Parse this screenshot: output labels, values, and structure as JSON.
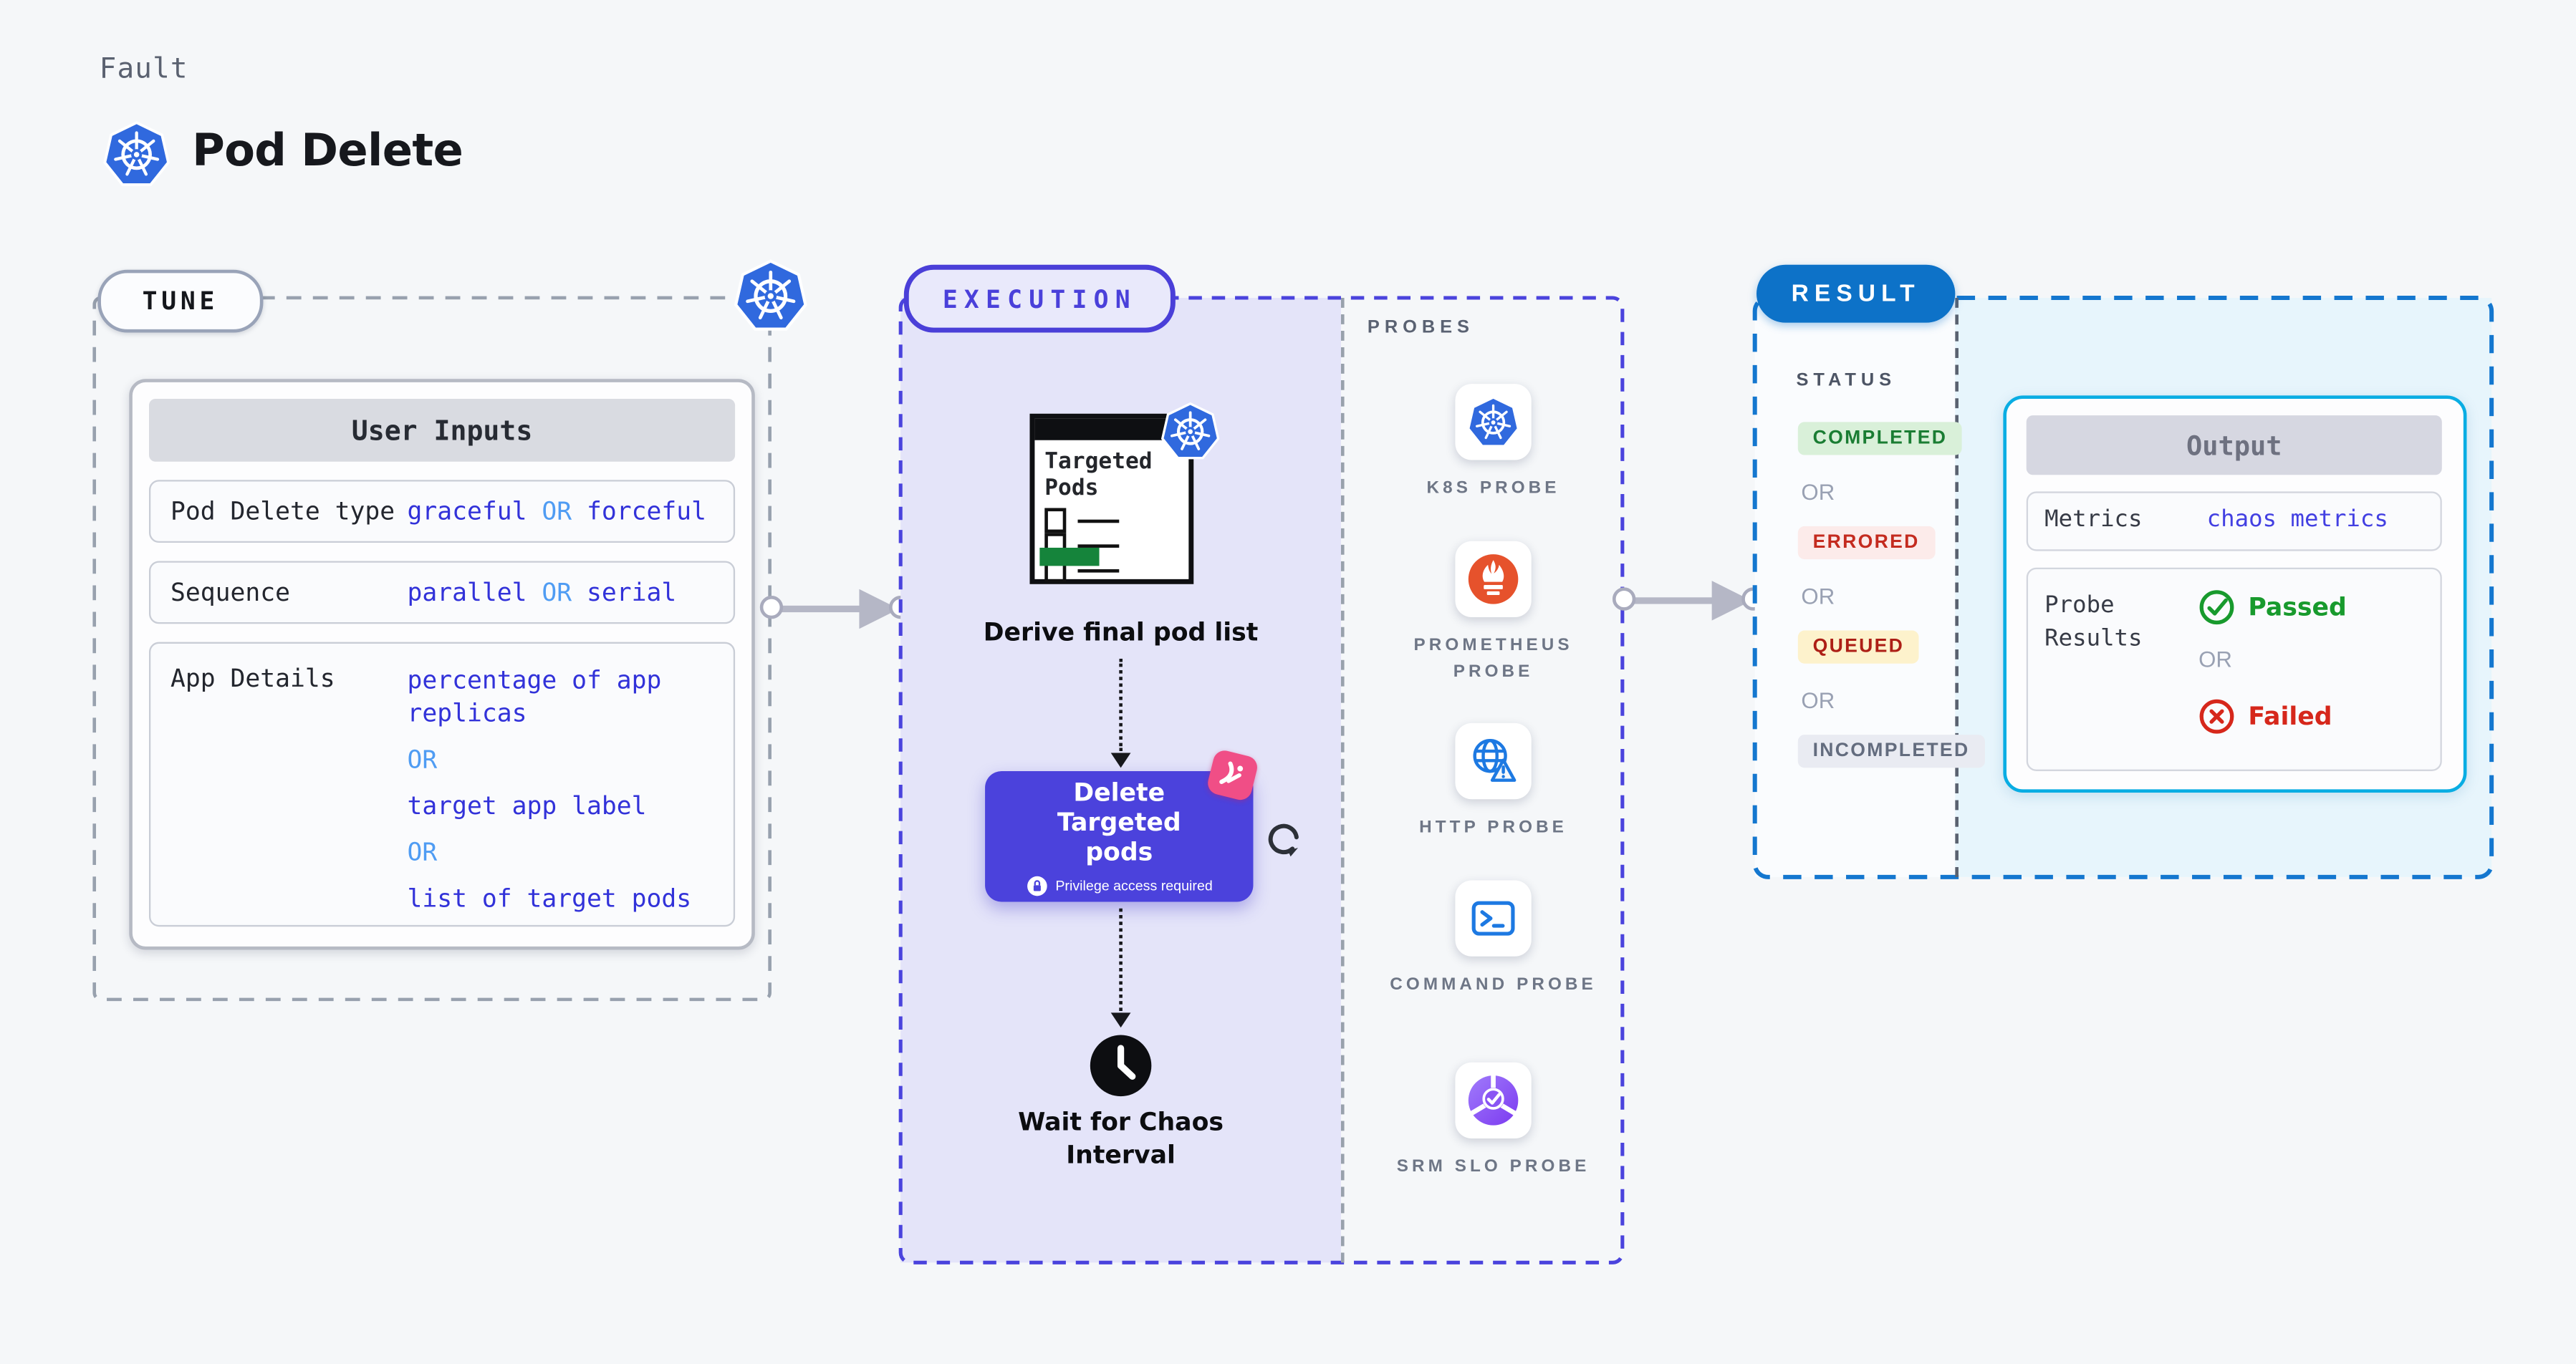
{
  "page": {
    "kicker": "Fault",
    "title": "Pod Delete"
  },
  "tune": {
    "tag": "TUNE",
    "table": {
      "header": "User Inputs",
      "rows": [
        {
          "label": "Pod Delete type",
          "value": [
            "graceful",
            "OR",
            "forceful"
          ]
        },
        {
          "label": "Sequence",
          "value": [
            "parallel",
            "OR",
            "serial"
          ]
        },
        {
          "label": "App Details",
          "value": [
            "percentage of app replicas",
            "OR",
            "target app label",
            "OR",
            "list of target pods"
          ]
        }
      ]
    }
  },
  "execution": {
    "tag": "EXECUTION",
    "derive_card": {
      "title": "Targeted Pods"
    },
    "derive_label": "Derive final pod list",
    "delete_step": {
      "title": "Delete Targeted pods",
      "note": "Privilege access required"
    },
    "wait_label": "Wait for Chaos Interval",
    "probes": {
      "heading": "PROBES",
      "items": [
        {
          "name": "K8S PROBE",
          "icon": "kubernetes-icon"
        },
        {
          "name": "PROMETHEUS PROBE",
          "icon": "prometheus-icon"
        },
        {
          "name": "HTTP PROBE",
          "icon": "http-globe-icon"
        },
        {
          "name": "COMMAND PROBE",
          "icon": "terminal-icon"
        },
        {
          "name": "SRM SLO PROBE",
          "icon": "slo-pie-icon"
        }
      ]
    }
  },
  "result": {
    "tag": "RESULT",
    "status": {
      "heading": "STATUS",
      "or": "OR",
      "badges": [
        {
          "label": "COMPLETED",
          "fg": "#1a7d33",
          "bg": "#d9f0d9"
        },
        {
          "label": "ERRORED",
          "fg": "#c42b1f",
          "bg": "#fcebea"
        },
        {
          "label": "QUEUED",
          "fg": "#ad1f16",
          "bg": "#fdf2cc"
        },
        {
          "label": "INCOMPLETED",
          "fg": "#636c7e",
          "bg": "#e9ebf2"
        }
      ]
    },
    "output": {
      "header": "Output",
      "metrics_label": "Metrics",
      "metrics_value": "chaos metrics",
      "probe_results_label": "Probe Results",
      "passed": "Passed",
      "or": "OR",
      "failed": "Failed"
    }
  },
  "colors": {
    "accent_indigo": "#4a43dd",
    "result_blue": "#0d72c8",
    "output_border_cyan": "#09ade3",
    "value_indigo": "#3232d9",
    "or_blue": "#4f9cf3",
    "passed_green": "#189a2d",
    "failed_red": "#d6271b",
    "lavender_panel": "#e4e4f9",
    "delete_button": "#4b42dc",
    "pink_badge": "#f04e86"
  }
}
